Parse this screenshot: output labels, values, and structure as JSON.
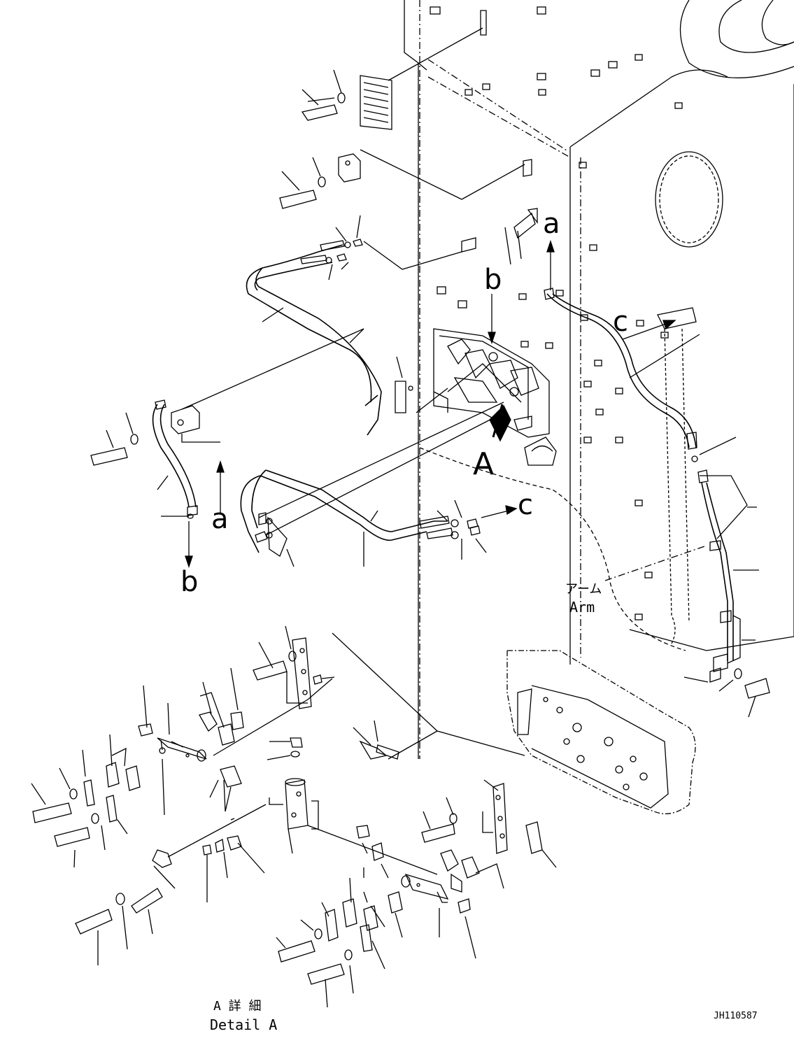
{
  "labels": {
    "ref_a_top": "a",
    "ref_b_top": "b",
    "ref_c_top": "c",
    "ref_big_a": "A",
    "ref_a_bottom": "a",
    "ref_b_bottom": "b",
    "ref_c_bottom": "c",
    "arm_jp": "アーム",
    "arm_en": "Arm",
    "detail_jp": "A 詳 細",
    "detail_en": "Detail A",
    "drawing_no": "JH110587"
  }
}
